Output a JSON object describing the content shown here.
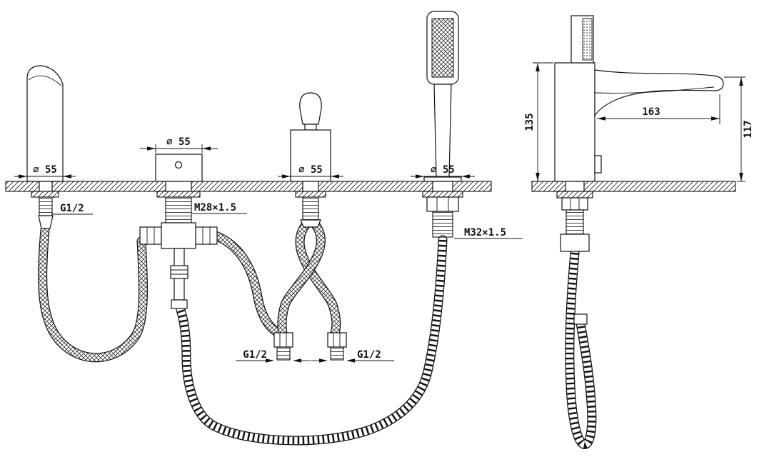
{
  "drawing": {
    "front_view": {
      "dim_spout": "∅ 55",
      "dim_valve": "∅ 55",
      "dim_diverter": "∅ 55",
      "dim_shower": "∅ 55",
      "thread_spout": "G1/2",
      "thread_valve": "M28×1.5",
      "thread_shower": "M32×1.5",
      "inlet_left": "G1/2",
      "inlet_right": "G1/2"
    },
    "side_view": {
      "body_height": "135",
      "spout_reach": "163",
      "spout_tip_height": "117"
    },
    "colors": {
      "line": "#111111",
      "background": "#ffffff"
    }
  }
}
